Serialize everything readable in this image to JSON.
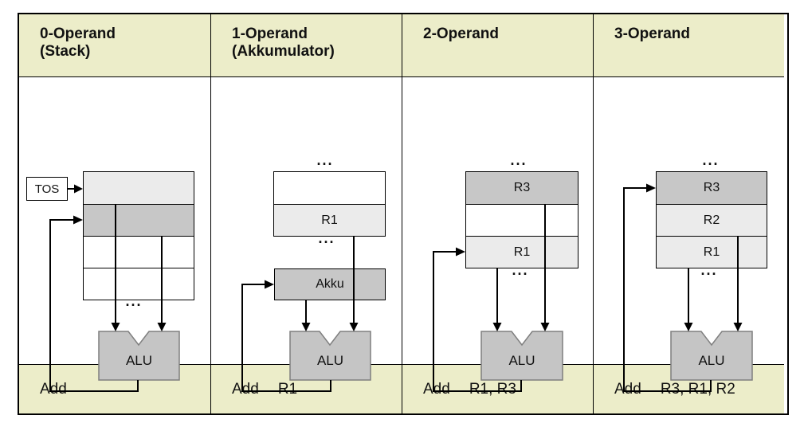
{
  "colors": {
    "header_bg": "#ECEDC9",
    "register_light": "#EBEBEB",
    "register_mid": "#C7C7C7",
    "alu_fill": "#C5C5C5",
    "alu_border": "#7F7F7F",
    "line": "#000000"
  },
  "columns": [
    {
      "header_line1": "0-Operand",
      "header_line2": "(Stack)",
      "tos_label": "TOS",
      "stack_rows": [
        "",
        "",
        "",
        ""
      ],
      "dots_below": "...",
      "alu_label": "ALU",
      "instruction_mnemonic": "Add",
      "instruction_operands": ""
    },
    {
      "header_line1": "1-Operand",
      "header_line2": "(Akkumulator)",
      "dots_above": "...",
      "register_rows": [
        "",
        "R1"
      ],
      "dots_below": "...",
      "akku_label": "Akku",
      "alu_label": "ALU",
      "instruction_mnemonic": "Add",
      "instruction_operands": "R1"
    },
    {
      "header_line1": "2-Operand",
      "header_line2": "",
      "dots_above": "...",
      "register_rows": [
        "R3",
        "",
        "R1"
      ],
      "dots_below": "...",
      "alu_label": "ALU",
      "instruction_mnemonic": "Add",
      "instruction_operands": "R1, R3"
    },
    {
      "header_line1": "3-Operand",
      "header_line2": "",
      "dots_above": "...",
      "register_rows": [
        "R3",
        "R2",
        "R1"
      ],
      "dots_below": "...",
      "alu_label": "ALU",
      "instruction_mnemonic": "Add",
      "instruction_operands": "R3, R1, R2"
    }
  ]
}
